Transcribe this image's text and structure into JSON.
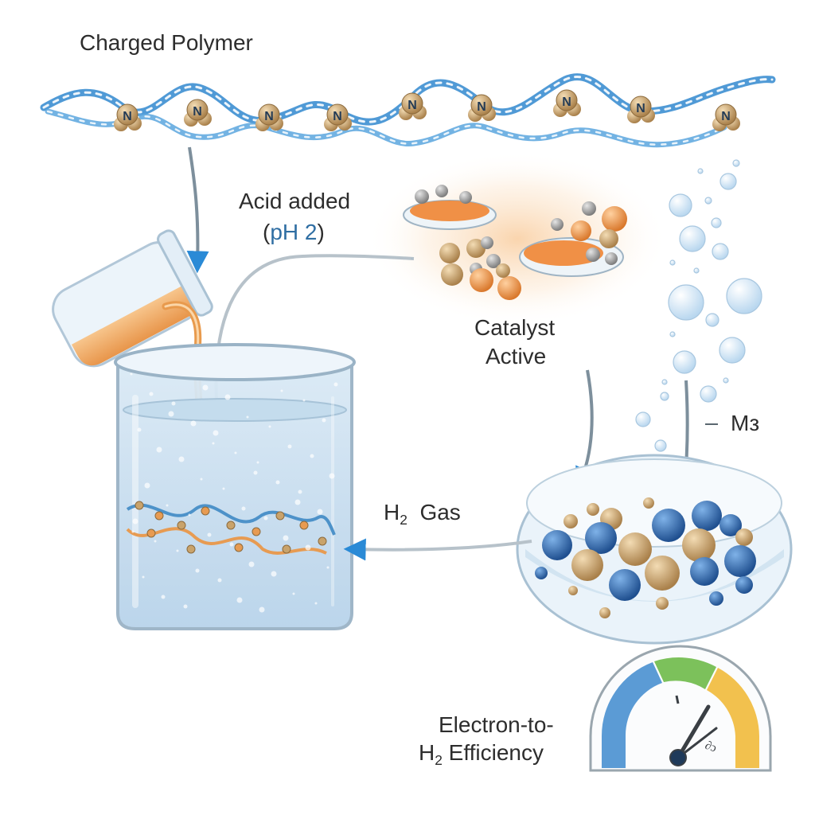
{
  "labels": {
    "polymer": "Charged Polymer",
    "acid_line1": "Acid added",
    "acid_paren_open": "(",
    "acid_ph": "pH 2",
    "acid_paren_close": ")",
    "catalyst_line1": "Catalyst",
    "catalyst_line2": "Active",
    "metal": "Mз",
    "gas_h": "H",
    "gas_sub": "2",
    "gas_rest": "Gas",
    "eff_line1": "Electron-to-",
    "eff_h": "H",
    "eff_sub": "2",
    "eff_rest": "Efficiency"
  },
  "polymer_node_letter": "N",
  "polymer_node_count": 9,
  "gauge_needle_glyphs": "∂ɔ",
  "gauge_zone_colors": [
    "#5b9bd5",
    "#7cc15b",
    "#f2c14e"
  ],
  "colors": {
    "polymer_blue": "#3d8fd1",
    "water": "#cfe3f1",
    "liquid_orange": "#f2a860",
    "bead_tan": "#c9a36b",
    "bead_blue": "#2f6fb5",
    "catalyst_orange": "#ef8a3c",
    "arrow": "#7d8f9c",
    "arrow_blue": "#2a8ad6"
  }
}
